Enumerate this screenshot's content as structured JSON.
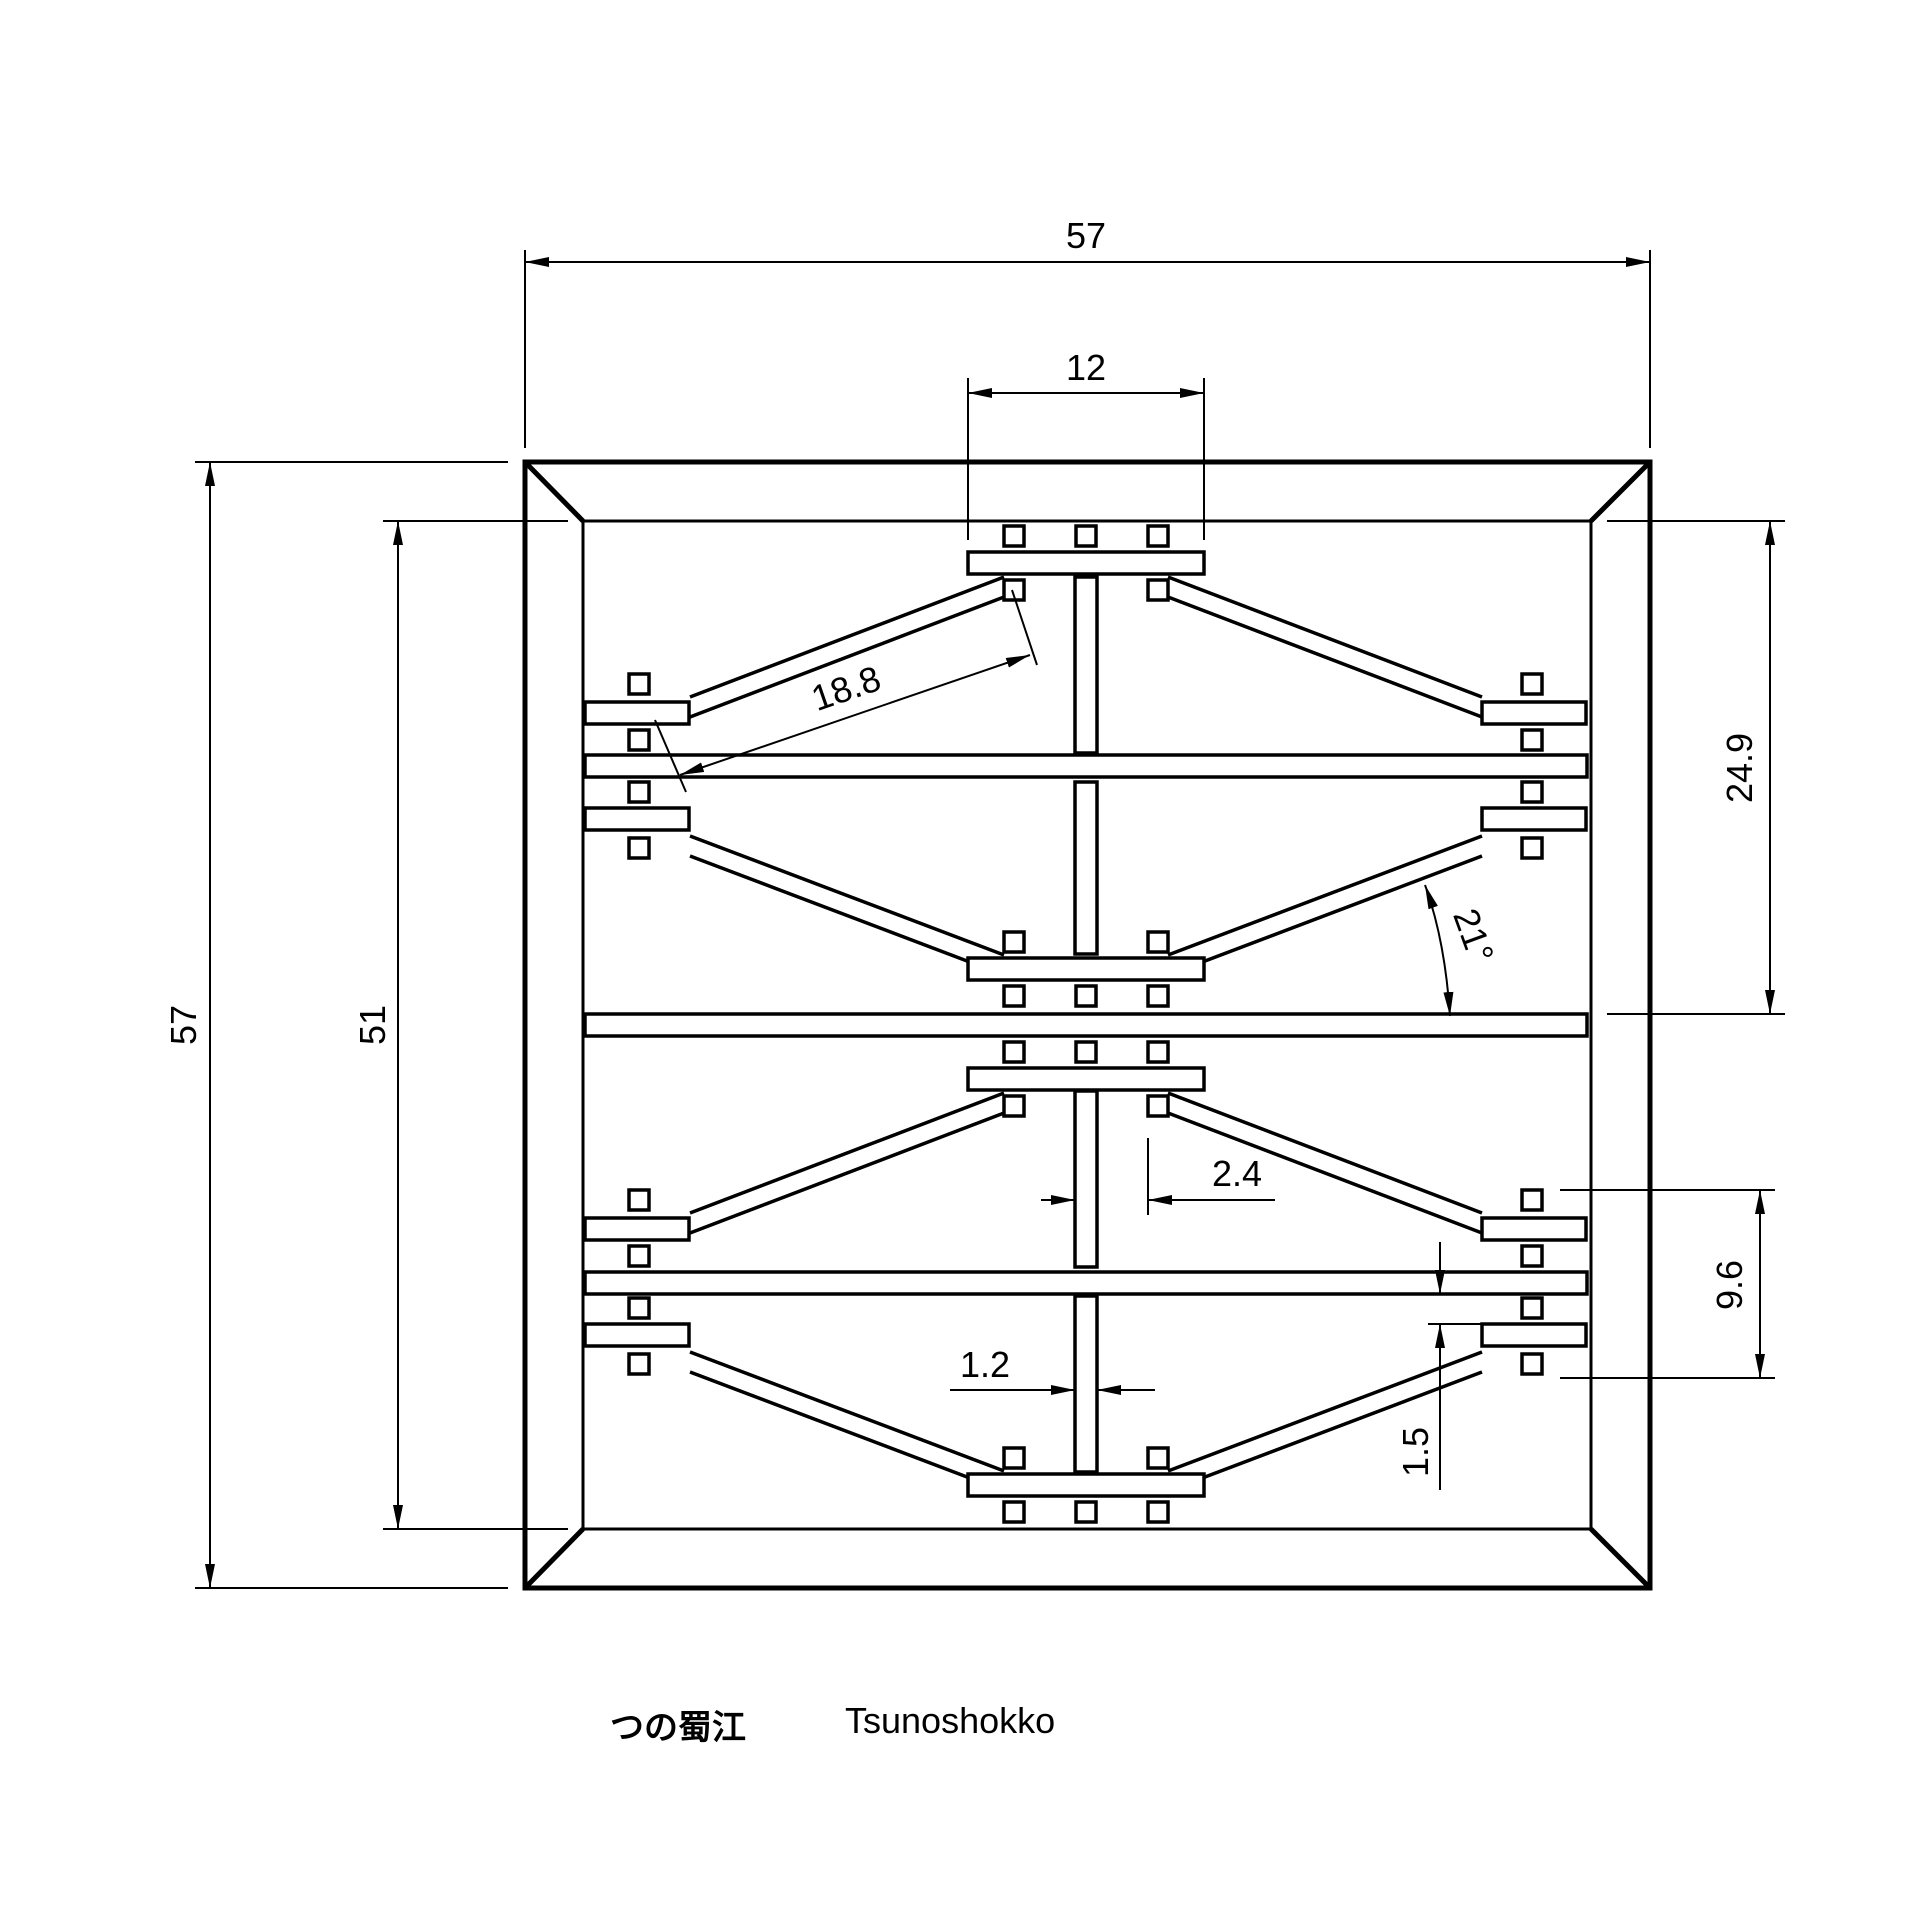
{
  "dimensions": {
    "overall_width": "57",
    "overall_height": "57",
    "inner_height": "51",
    "top_clip_width": "12",
    "brace_length": "18.8",
    "half_height": "24.9",
    "brace_angle": "21°",
    "post_width": "2.4",
    "lower_spacing": "9.6",
    "clip_gap": "1.5",
    "slot_width": "1.2"
  },
  "title": {
    "japanese": "つの蜀江",
    "english": "Tsunoshokko"
  },
  "colors": {
    "line": "#000000",
    "background": "#ffffff"
  }
}
